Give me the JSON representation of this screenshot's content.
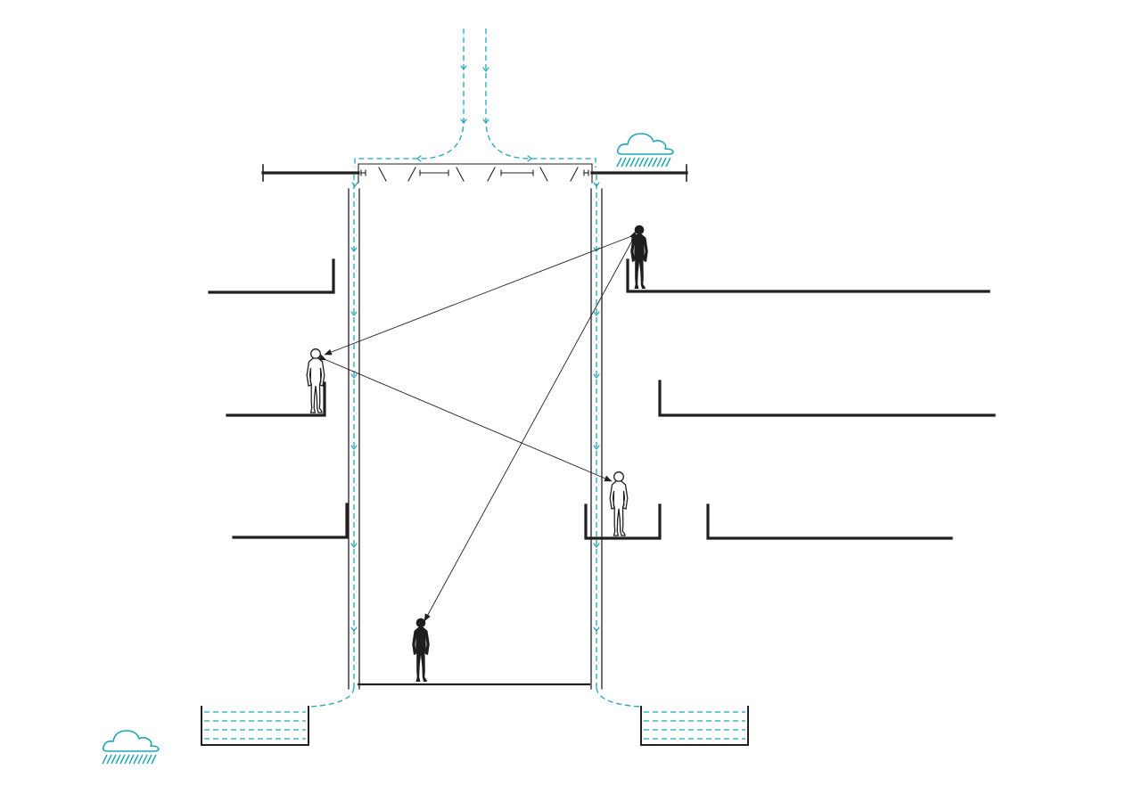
{
  "diagram": {
    "kind": "architectural-section",
    "subject": "atrium-rainwater-and-sightlines",
    "colors": {
      "background": "#ffffff",
      "structure": "#231f20",
      "water": "#1fa6b4",
      "figure_dark": "#1e1e1e",
      "figure_light": "#ffffff",
      "sightline": "#231f20"
    },
    "icons": [
      "rain-cloud-icon",
      "person-icon"
    ],
    "figures": {
      "dark": [
        "person-top-right",
        "person-ground"
      ],
      "outline": [
        "person-left-middle",
        "person-right-lower"
      ]
    },
    "sightline_pairs": [
      [
        "person-top-right",
        "person-left-middle"
      ],
      [
        "person-left-middle",
        "person-right-lower"
      ],
      [
        "person-top-right",
        "person-ground"
      ]
    ]
  }
}
